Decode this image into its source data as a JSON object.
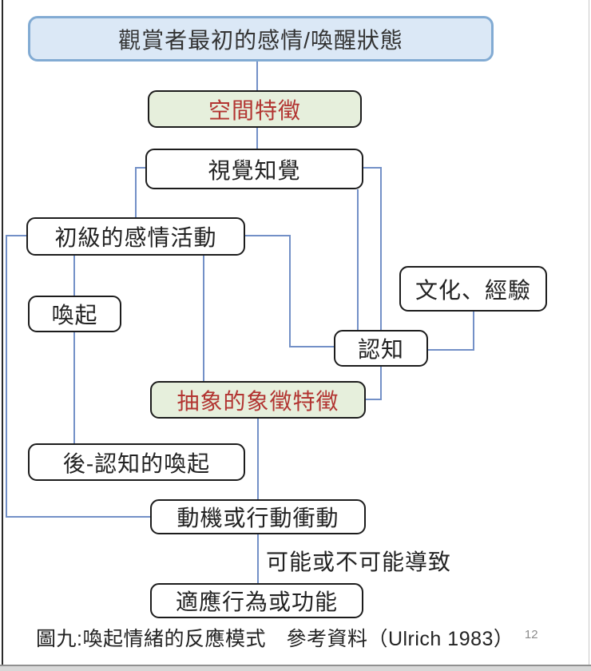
{
  "colors": {
    "background": "#ffffff",
    "connector_blue": "#7390c7",
    "node_border": "#1c1c1c",
    "top_box_fill": "#dbe8f6",
    "top_box_border": "#82abd3",
    "green_box_fill": "#e6efdc",
    "red_text": "#b23431",
    "body_text": "#222222",
    "footnote_gray": "#8c8c8c"
  },
  "nodes": {
    "initial_state": {
      "label": "觀賞者最初的感情/喚醒狀態"
    },
    "spatial_features": {
      "label": "空間特徵"
    },
    "visual_perception": {
      "label": "視覺知覺"
    },
    "primary_affect": {
      "label": "初級的感情活動"
    },
    "arousal": {
      "label": "喚起"
    },
    "culture_experience": {
      "label": "文化、經驗"
    },
    "cognition": {
      "label": "認知"
    },
    "abstract_symbolic": {
      "label": "抽象的象徵特徵"
    },
    "post_cognitive_arousal": {
      "label": "後-認知的喚起"
    },
    "motivation_action": {
      "label": "動機或行動衝動"
    },
    "adaptive_behavior": {
      "label": "適應行為或功能"
    }
  },
  "edges": [
    {
      "from": "initial_state",
      "to": "spatial_features"
    },
    {
      "from": "spatial_features",
      "to": "visual_perception"
    },
    {
      "from": "visual_perception",
      "to": "primary_affect"
    },
    {
      "from": "primary_affect",
      "to": "arousal"
    },
    {
      "from": "arousal",
      "to": "post_cognitive_arousal"
    },
    {
      "from": "primary_affect",
      "to": "abstract_symbolic"
    },
    {
      "from": "primary_affect",
      "to": "cognition"
    },
    {
      "from": "primary_affect",
      "to": "motivation_action"
    },
    {
      "from": "visual_perception",
      "to": "cognition"
    },
    {
      "from": "culture_experience",
      "to": "cognition"
    },
    {
      "from": "cognition",
      "to": "abstract_symbolic"
    },
    {
      "from": "abstract_symbolic",
      "to": "motivation_action"
    },
    {
      "from": "motivation_action",
      "to": "adaptive_behavior"
    }
  ],
  "edge_label": {
    "text": "可能或不可能導致"
  },
  "caption": {
    "text": "圖九:喚起情緒的反應模式　參考資料（Ulrich 1983）",
    "footnote": "12"
  }
}
